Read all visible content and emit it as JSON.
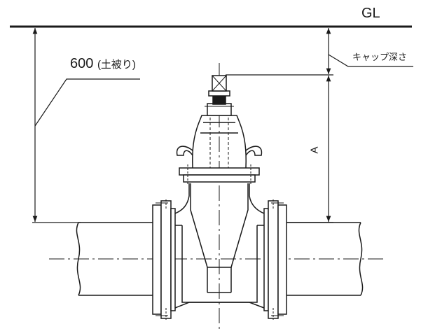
{
  "labels": {
    "ground_level": "GL",
    "cover_depth_value": "600",
    "cover_depth_note": "(土被り)",
    "cap_depth": "キャップ深さ",
    "dimension_a": "A"
  },
  "colors": {
    "line": "#1a1a1a",
    "background": "#ffffff"
  },
  "icons": {
    "arrowhead": "filled-triangle"
  }
}
